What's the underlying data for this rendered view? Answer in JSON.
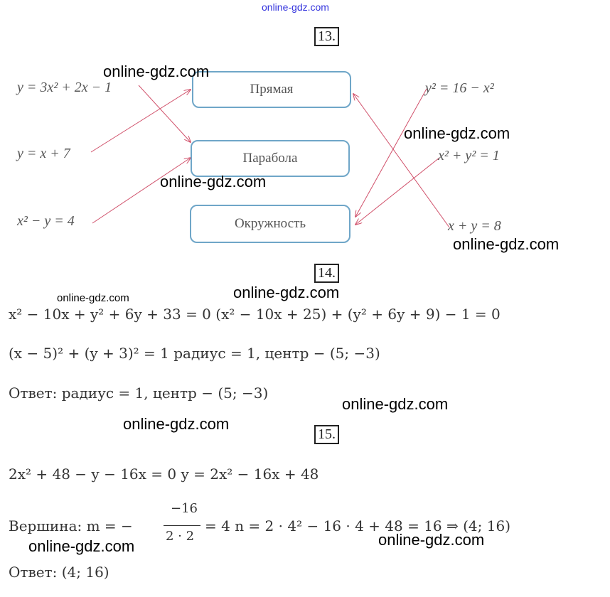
{
  "watermark_top": "online-gdz.com",
  "watermark": "online-gdz.com",
  "task13": {
    "number": "13.",
    "boxes": [
      "Прямая",
      "Парабола",
      "Окружность"
    ],
    "left_eqs": [
      "y = 3x² + 2x − 1",
      "y = x + 7",
      "x² − y = 4"
    ],
    "right_eqs": [
      "y² = 16 − x²",
      "x² + y² = 1",
      "x + y = 8"
    ]
  },
  "task14": {
    "number": "14.",
    "line1": "x² − 10x + y² + 6y + 33 = 0    (x² − 10x + 25) + (y² + 6y + 9) − 1 = 0",
    "line2": "(x − 5)² + (y + 3)² = 1    радиус = 1, центр − (5; −3)",
    "answer": "Ответ: радиус = 1, центр − (5; −3)"
  },
  "task15": {
    "number": "15.",
    "line1": "2x² + 48 − y − 16x = 0    y = 2x² − 16x + 48",
    "vertex_label": "Вершина: m = −",
    "frac_num": "−16",
    "frac_den": "2 · 2",
    "vertex_rest": "= 4    n = 2 · 4² − 16 · 4 + 48 = 16 ⇒ (4; 16)",
    "answer": "Ответ: (4; 16)"
  }
}
